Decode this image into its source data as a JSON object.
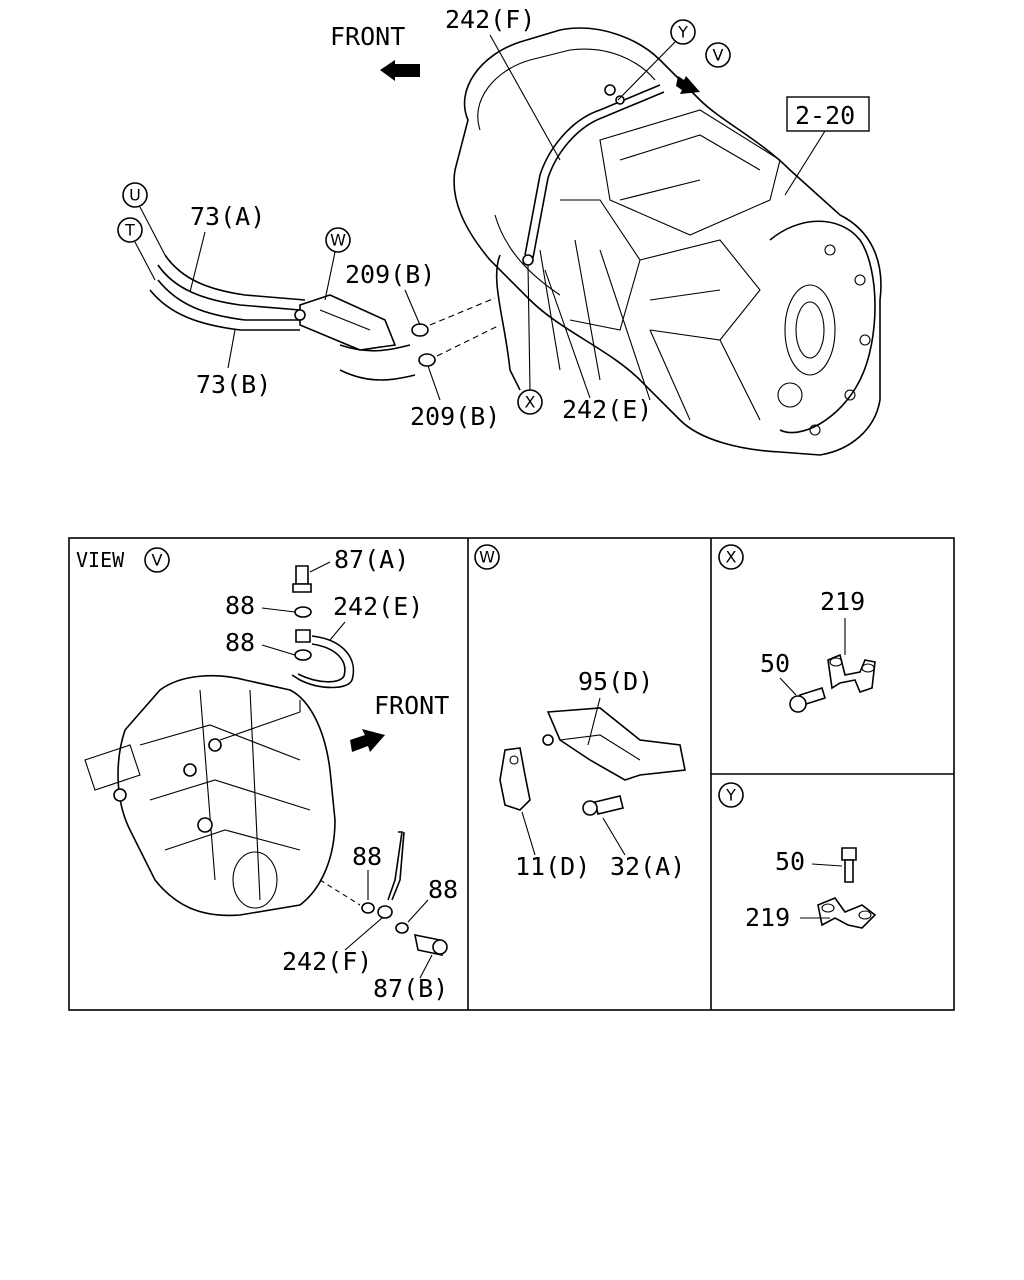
{
  "callouts": {
    "front_top": "FRONT",
    "p242f_top": "242(F)",
    "p2_20": "2-20",
    "p73a": "73(A)",
    "p73b": "73(B)",
    "p209b_1": "209(B)",
    "p209b_2": "209(B)",
    "p242e_top": "242(E)"
  },
  "markers": {
    "U": "U",
    "T": "T",
    "W": "W",
    "X": "X",
    "Y": "Y",
    "V": "V"
  },
  "panels": {
    "view_v": {
      "title": "VIEW",
      "marker": "V",
      "front": "FRONT",
      "p87a": "87(A)",
      "p88_1": "88",
      "p242e": "242(E)",
      "p88_2": "88",
      "p88_3": "88",
      "p88_4": "88",
      "p242f": "242(F)",
      "p87b": "87(B)"
    },
    "w": {
      "marker": "W",
      "p95d": "95(D)",
      "p11d": "11(D)",
      "p32a": "32(A)"
    },
    "x": {
      "marker": "X",
      "p219": "219",
      "p50": "50"
    },
    "y": {
      "marker": "Y",
      "p50": "50",
      "p219": "219"
    }
  }
}
